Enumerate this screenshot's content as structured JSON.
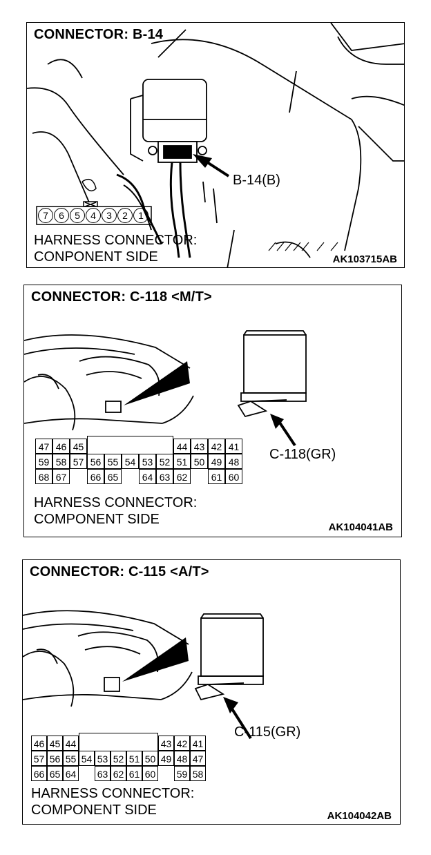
{
  "panels": [
    {
      "title": "CONNECTOR: B-14",
      "callout": "B-14(B)",
      "pins": [
        "7",
        "6",
        "5",
        "4",
        "3",
        "2",
        "1"
      ],
      "harness_line1": "HARNESS CONNECTOR:",
      "harness_line2": "CONPONENT SIDE",
      "code": "AK103715AB"
    },
    {
      "title": "CONNECTOR: C-118 <M/T>",
      "callout": "C-118(GR)",
      "grid_rows": [
        [
          "47",
          "46",
          "45",
          "",
          "",
          "",
          "",
          "",
          "44",
          "43",
          "42",
          "41"
        ],
        [
          "59",
          "58",
          "57",
          "56",
          "55",
          "54",
          "53",
          "52",
          "51",
          "50",
          "49",
          "48"
        ],
        [
          "68",
          "67",
          "",
          "66",
          "65",
          "",
          "64",
          "63",
          "62",
          "",
          "61",
          "60"
        ]
      ],
      "harness_line1": "HARNESS CONNECTOR:",
      "harness_line2": "COMPONENT SIDE",
      "code": "AK104041AB"
    },
    {
      "title": "CONNECTOR: C-115 <A/T>",
      "callout": "C-115(GR)",
      "grid_rows": [
        [
          "46",
          "45",
          "44",
          "",
          "",
          "",
          "",
          "",
          "43",
          "42",
          "41"
        ],
        [
          "57",
          "56",
          "55",
          "54",
          "53",
          "52",
          "51",
          "50",
          "49",
          "48",
          "47"
        ],
        [
          "66",
          "65",
          "64",
          "",
          "63",
          "62",
          "61",
          "60",
          "",
          "59",
          "58"
        ]
      ],
      "harness_line1": "HARNESS CONNECTOR:",
      "harness_line2": "COMPONENT SIDE",
      "code": "AK104042AB"
    }
  ]
}
